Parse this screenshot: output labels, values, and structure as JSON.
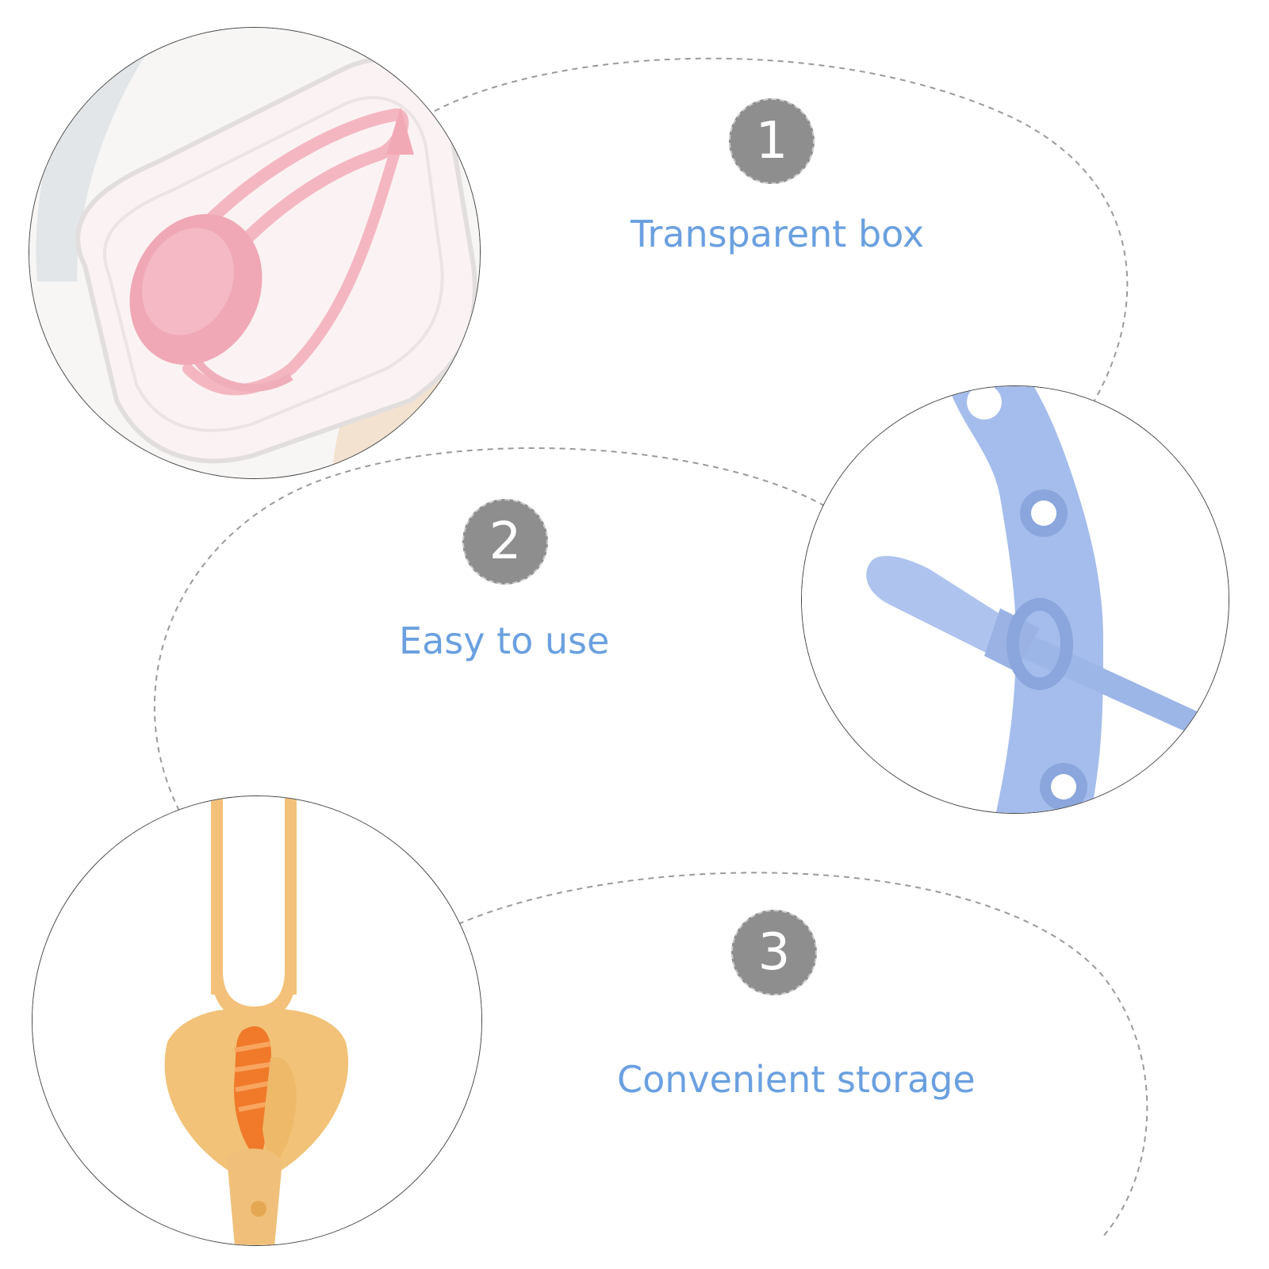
{
  "colors": {
    "label": "#6aa0e0",
    "badge": "#8e8e8e",
    "dashed_path": "#9a9a9a",
    "pink": "#f2a9b6",
    "blue": "#9fb8e8",
    "yellow": "#f1c277",
    "orange": "#f07a2a"
  },
  "features": [
    {
      "number": "1",
      "label": "Transparent box",
      "icon": "transparent-box-photo"
    },
    {
      "number": "2",
      "label": "Easy to use",
      "icon": "clip-strap-photo"
    },
    {
      "number": "3",
      "label": "Convenient storage",
      "icon": "storage-case-photo"
    }
  ]
}
